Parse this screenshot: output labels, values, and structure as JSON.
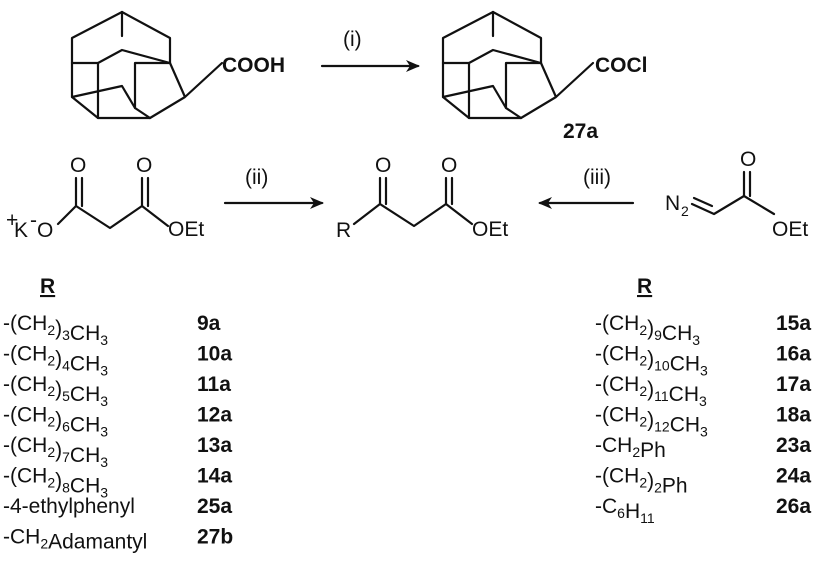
{
  "scheme": {
    "top": {
      "reactant_group": "COOH",
      "product_group": "COCl",
      "step": "(i)",
      "product_id": "27a"
    },
    "middle": {
      "left_cation": "K",
      "left_anion": "O",
      "left_carbonyl_o1": "O",
      "left_carbonyl_o2": "O",
      "left_ester": "OEt",
      "step_left": "(ii)",
      "center_r": "R",
      "center_o1": "O",
      "center_o2": "O",
      "center_ester": "OEt",
      "step_right": "(iii)",
      "right_n2": "N",
      "right_n2_sub": "2",
      "right_o": "O",
      "right_ester": "OEt"
    },
    "left_table": {
      "header": "R",
      "rows": [
        {
          "prefix": "-(CH",
          "n1": "2",
          "mid": ")",
          "n2": "3",
          "suffix": "CH",
          "n3": "3",
          "id": "9a"
        },
        {
          "prefix": "-(CH",
          "n1": "2",
          "mid": ")",
          "n2": "4",
          "suffix": "CH",
          "n3": "3",
          "id": "10a"
        },
        {
          "prefix": "-(CH",
          "n1": "2",
          "mid": ")",
          "n2": "5",
          "suffix": "CH",
          "n3": "3",
          "id": "11a"
        },
        {
          "prefix": "-(CH",
          "n1": "2",
          "mid": ")",
          "n2": "6",
          "suffix": "CH",
          "n3": "3",
          "id": "12a"
        },
        {
          "prefix": "-(CH",
          "n1": "2",
          "mid": ")",
          "n2": "7",
          "suffix": "CH",
          "n3": "3",
          "id": "13a"
        },
        {
          "prefix": "-(CH",
          "n1": "2",
          "mid": ")",
          "n2": "8",
          "suffix": "CH",
          "n3": "3",
          "id": "14a"
        },
        {
          "prefix": "-4-ethylphenyl",
          "n1": "",
          "mid": "",
          "n2": "",
          "suffix": "",
          "n3": "",
          "id": "25a"
        },
        {
          "prefix": "-CH",
          "n1": "2",
          "mid": "Adamantyl",
          "n2": "",
          "suffix": "",
          "n3": "",
          "id": "27b"
        }
      ]
    },
    "right_table": {
      "header": "R",
      "rows": [
        {
          "prefix": "-(CH",
          "n1": "2",
          "mid": ")",
          "n2": "9",
          "suffix": "CH",
          "n3": "3",
          "id": "15a"
        },
        {
          "prefix": "-(CH",
          "n1": "2",
          "mid": ")",
          "n2": "10",
          "suffix": "CH",
          "n3": "3",
          "id": "16a"
        },
        {
          "prefix": "-(CH",
          "n1": "2",
          "mid": ")",
          "n2": "11",
          "suffix": "CH",
          "n3": "3",
          "id": "17a"
        },
        {
          "prefix": "-(CH",
          "n1": "2",
          "mid": ")",
          "n2": "12",
          "suffix": "CH",
          "n3": "3",
          "id": "18a"
        },
        {
          "prefix": "-CH",
          "n1": "2",
          "mid": "Ph",
          "n2": "",
          "suffix": "",
          "n3": "",
          "id": "23a"
        },
        {
          "prefix": "-(CH",
          "n1": "2",
          "mid": ")",
          "n2": "2",
          "suffix": "Ph",
          "n3": "",
          "id": "24a"
        },
        {
          "prefix": "-C",
          "n1": "6",
          "mid": "H",
          "n2": "11",
          "suffix": "",
          "n3": "",
          "id": "26a"
        }
      ]
    }
  }
}
